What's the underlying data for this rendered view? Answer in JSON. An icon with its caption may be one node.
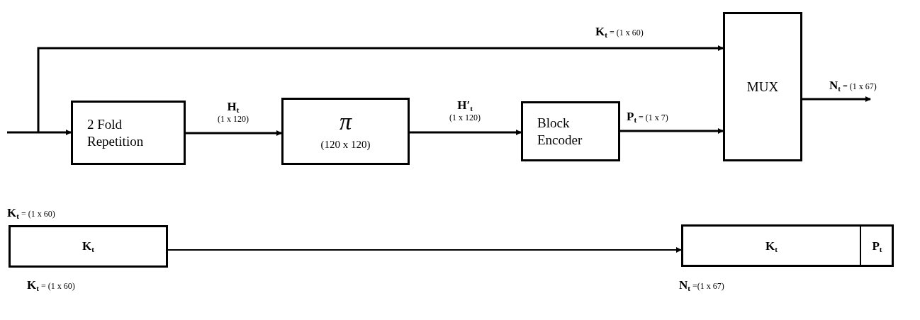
{
  "diagram": {
    "nodes": [
      {
        "text": [
          "2 Fold Repetition"
        ]
      },
      {
        "text": [
          "π",
          "(120 x 120)"
        ]
      },
      {
        "text": [
          "Block Encoder"
        ]
      },
      {
        "text": [
          "MUX"
        ]
      },
      {
        "text": [
          "**K**$_{t}$"
        ],
        "beside": [
          "**K**$_{t}$ = (1 x 60)"
        ]
      },
      {
        "text": [],
        "shape": "box",
        "beside": [
          "**N**$_{t}$ =(1 x 67)"
        ]
      },
      {
        "text": [
          "**K**$_{t}$"
        ],
        "in": 5
      },
      {
        "text": [
          "**P**$_{t}$"
        ],
        "in": 5
      }
    ],
    "edges": [
      {
        "from": null,
        "to": 0,
        "arrow": "to"
      },
      {
        "from": null,
        "to": 3,
        "arrow": "to",
        "label": "**K**$_{t}$ = (1 x 60)"
      },
      {
        "from": 0,
        "to": 1,
        "arrow": "to",
        "label": "**H**$_{t}$ (1 x 120)"
      },
      {
        "from": 1,
        "to": 2,
        "arrow": "to",
        "label": "**H′**$_{t}$ (1 x 120)"
      },
      {
        "from": 2,
        "to": 3,
        "arrow": "to",
        "label": "**P**$_{t}$ = (1 x 7)"
      },
      {
        "from": 3,
        "to": null,
        "arrow": "to",
        "label": "**N**$_{t}$ = (1 x 67)"
      },
      {
        "from": 4,
        "to": 5,
        "arrow": "to"
      }
    ],
    "labels": [
      "**K**$_{t}$ = (1 x 60)"
    ]
  }
}
